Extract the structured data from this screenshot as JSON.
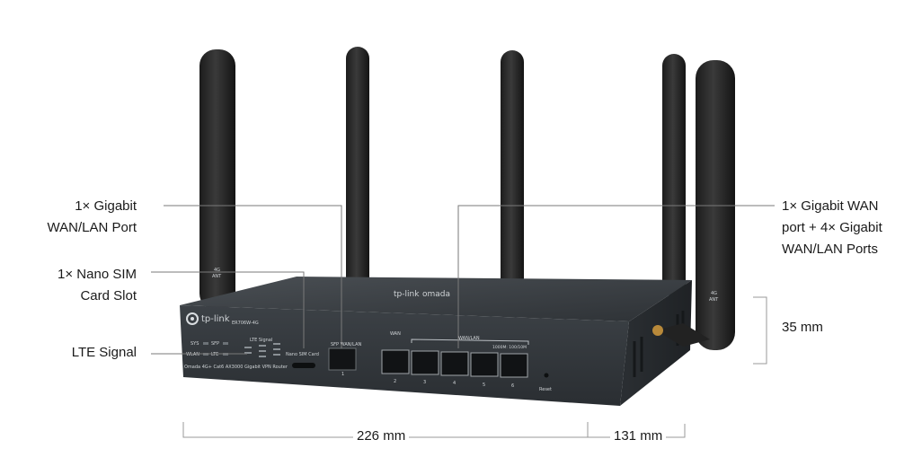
{
  "callouts": {
    "sfp_port": [
      "1× Gigabit",
      "WAN/LAN Port"
    ],
    "sim_slot": [
      "1× Nano SIM",
      "Card Slot"
    ],
    "lte_signal": "LTE Signal",
    "wan_lan_ports": [
      "1× Gigabit WAN",
      "port + 4× Gigabit",
      "WAN/LAN Ports"
    ]
  },
  "dimensions": {
    "width": "226 mm",
    "depth": "131 mm",
    "height": "35 mm"
  },
  "device": {
    "brand": "tp-link",
    "model": "ER706W-4G",
    "description": "Omada 4G+ Cat6 AX3000 Gigabit VPN Router",
    "antenna_label_line1": "4G",
    "antenna_label_line2": "ANT",
    "led_labels": [
      "SYS",
      "SFP",
      "WLAN",
      "LTE"
    ],
    "lte_signal_label": "LTE Signal",
    "sim_label": "Nano SIM Card",
    "sfp_label": "SFP WAN/LAN",
    "sfp_port_number": "1",
    "wan_label": "WAN",
    "wanlan_label": "WAN/LAN",
    "speed_label": "1000M: 100/10M",
    "port_numbers": [
      "2",
      "3",
      "4",
      "5",
      "6"
    ],
    "reset_label": "Reset",
    "top_brand": "tp-link",
    "top_brand_sub": "omada"
  }
}
